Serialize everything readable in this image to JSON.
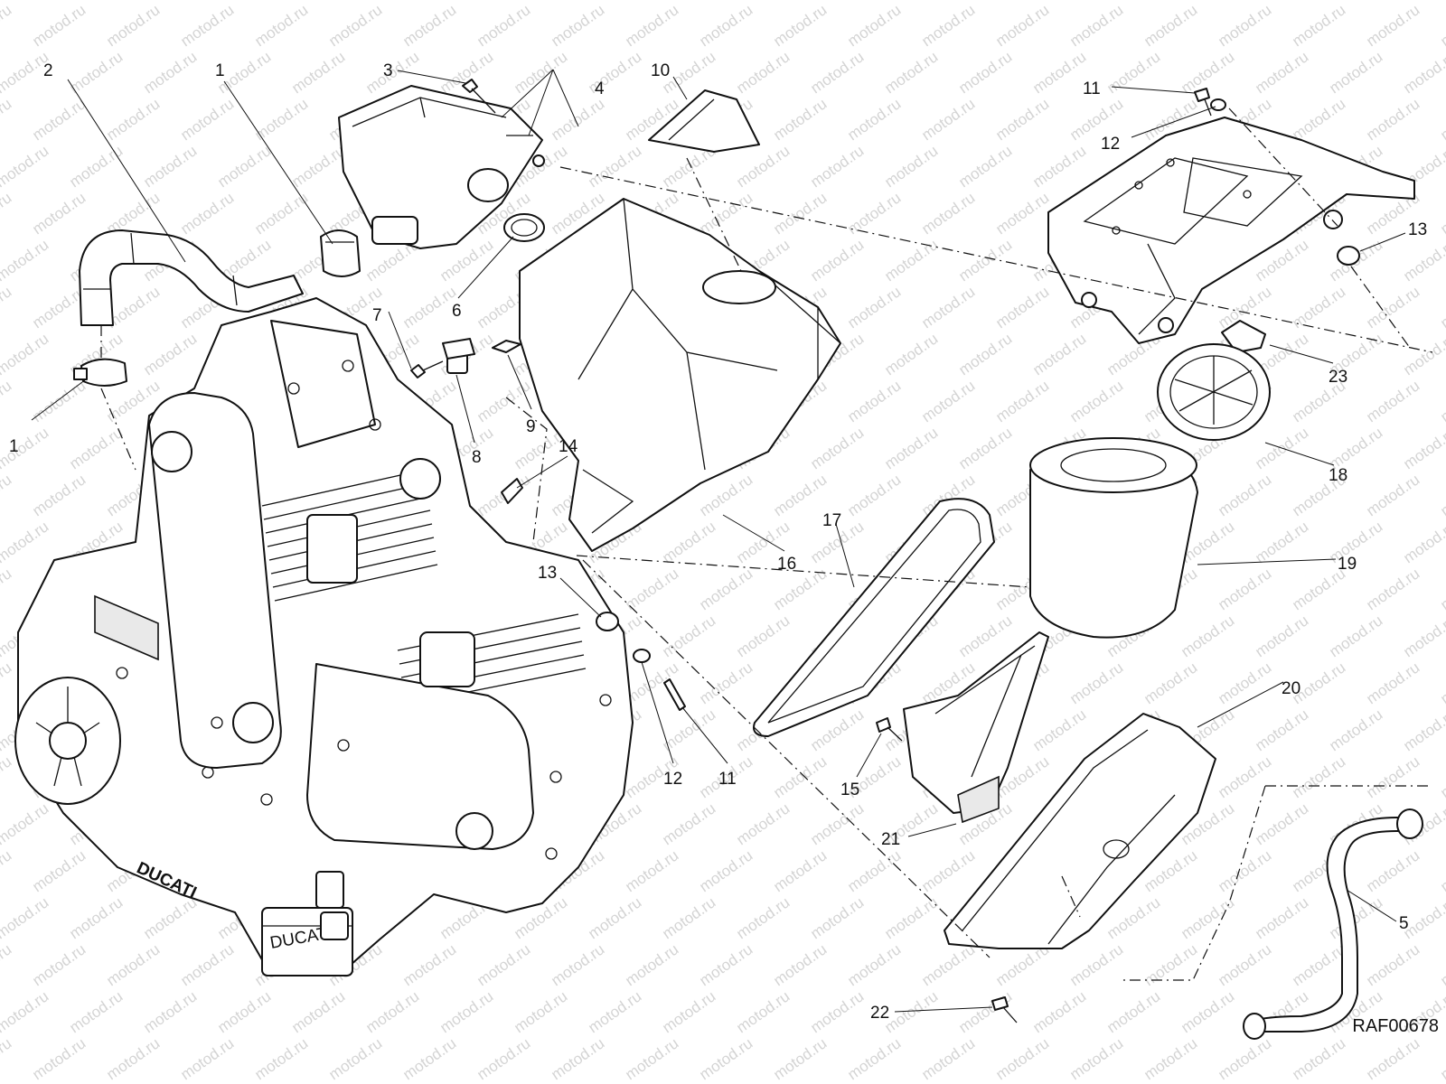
{
  "watermark": {
    "text": "motod.ru"
  },
  "reference_code": "RAF00678",
  "callouts": [
    {
      "id": "c-2",
      "label": "2"
    },
    {
      "id": "c-1a",
      "label": "1"
    },
    {
      "id": "c-3",
      "label": "3"
    },
    {
      "id": "c-4",
      "label": "4"
    },
    {
      "id": "c-10",
      "label": "10"
    },
    {
      "id": "c-11a",
      "label": "11"
    },
    {
      "id": "c-12a",
      "label": "12"
    },
    {
      "id": "c-13a",
      "label": "13"
    },
    {
      "id": "c-6",
      "label": "6"
    },
    {
      "id": "c-7",
      "label": "7"
    },
    {
      "id": "c-8",
      "label": "8"
    },
    {
      "id": "c-9",
      "label": "9"
    },
    {
      "id": "c-1b",
      "label": "1"
    },
    {
      "id": "c-14",
      "label": "14"
    },
    {
      "id": "c-16",
      "label": "16"
    },
    {
      "id": "c-17",
      "label": "17"
    },
    {
      "id": "c-23",
      "label": "23"
    },
    {
      "id": "c-18",
      "label": "18"
    },
    {
      "id": "c-19",
      "label": "19"
    },
    {
      "id": "c-13b",
      "label": "13"
    },
    {
      "id": "c-12b",
      "label": "12"
    },
    {
      "id": "c-11b",
      "label": "11"
    },
    {
      "id": "c-20",
      "label": "20"
    },
    {
      "id": "c-15",
      "label": "15"
    },
    {
      "id": "c-21",
      "label": "21"
    },
    {
      "id": "c-5",
      "label": "5"
    },
    {
      "id": "c-22",
      "label": "22"
    }
  ]
}
